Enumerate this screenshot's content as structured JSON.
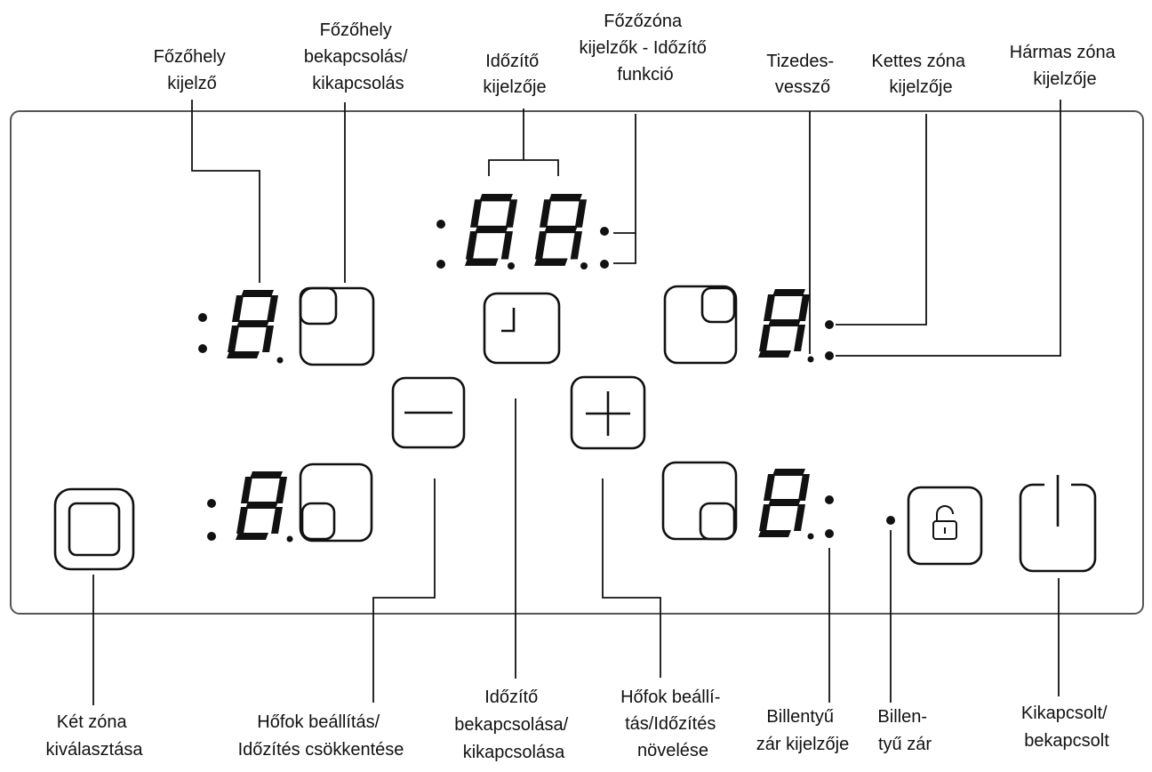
{
  "labels": {
    "fozohely_kijelzo": [
      "Főzőhely",
      "kijelző"
    ],
    "fozohely_be_ki": [
      "Főzőhely",
      "bekapcsolás/",
      "kikapcsolás"
    ],
    "idozito_kijelzoje": [
      "Időzítő",
      "kijelzője"
    ],
    "fozozona_kijelzok": [
      "Főzőzóna",
      "kijelzők - Időzítő",
      "funkció"
    ],
    "tizedesvesszo": [
      "Tizedes-",
      "vessző"
    ],
    "kettes_zona": [
      "Kettes zóna",
      "kijelzője"
    ],
    "harmas_zona": [
      "Hármas zóna",
      "kijelzője"
    ],
    "ket_zona": [
      "Két zóna",
      "kiválasztása"
    ],
    "hofok_csokkentese": [
      "Hőfok beállítás/",
      "Időzítés csökkentése"
    ],
    "idozito_be_ki": [
      "Időzítő",
      "bekapcsolása/",
      "kikapcsolása"
    ],
    "hofok_novelese": [
      "Hőfok beállí-",
      "tás/Időzítés",
      "növelése"
    ],
    "billentyuzar_kijelzo": [
      "Billentyű",
      "zár kijelzője"
    ],
    "billentyuzar": [
      "Billen-",
      "tyű zár"
    ],
    "kikapcsolt_bekapcsolt": [
      "Kikapcsolt/",
      "bekapcsolt"
    ]
  },
  "icons": {
    "zone_front_left": "cooking-zone-key-icon",
    "zone_rear_left": "cooking-zone-key-icon",
    "zone_front_right": "cooking-zone-key-icon",
    "zone_rear_right": "cooking-zone-key-icon",
    "timer": "clock-icon",
    "minus": "minus-icon",
    "plus": "plus-icon",
    "dual_zone": "dual-zone-icon",
    "lock": "padlock-icon",
    "power": "power-icon"
  },
  "colors": {
    "ink": "#111111",
    "panel_border": "#555555"
  }
}
